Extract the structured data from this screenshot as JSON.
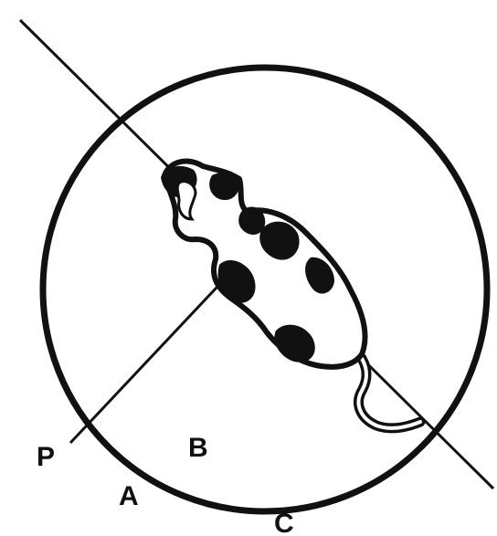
{
  "labels": {
    "p": "P",
    "a": "A",
    "b": "B",
    "c": "C"
  },
  "colors": {
    "ink": "#111111",
    "background": "#ffffff"
  },
  "figure": {
    "subject": "rat-silhouette-icon"
  }
}
